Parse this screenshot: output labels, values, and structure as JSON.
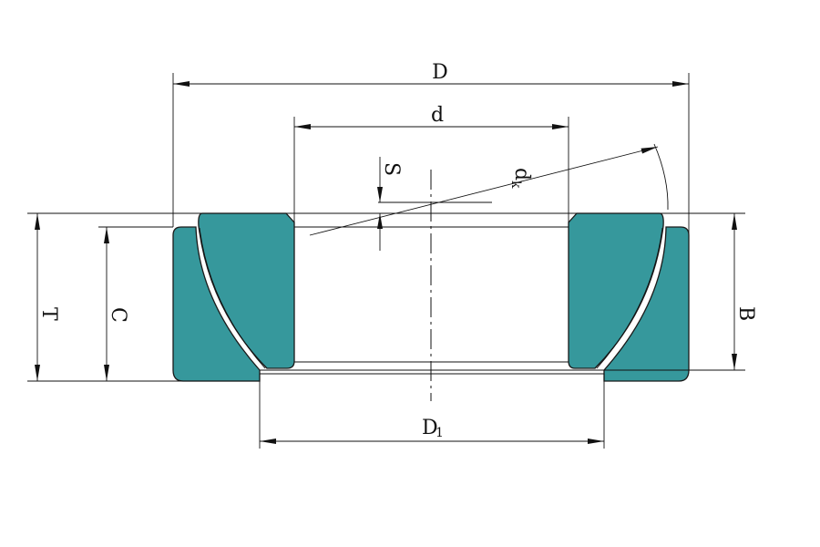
{
  "drawing": {
    "fill_color": "#36989C",
    "line_color": "#111111",
    "labels": {
      "outer_diameter": "D",
      "bore_diameter": "d",
      "sphere_diameter_main": "d",
      "sphere_diameter_sub": "k",
      "offset": "S",
      "total_height": "T",
      "housing_washer_height": "C",
      "shaft_washer_height": "B",
      "housing_washer_bore_main": "D",
      "housing_washer_bore_sub": "1"
    }
  }
}
